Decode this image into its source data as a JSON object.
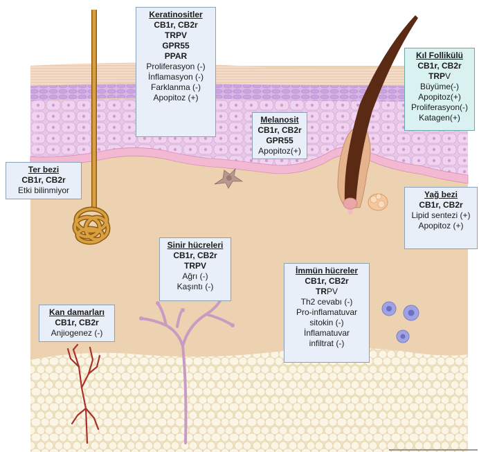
{
  "boxes": {
    "keratinocytes": {
      "title": "Keratinositler",
      "bold": [
        "CB1r, CB2r",
        "TRPV",
        "GPR55",
        "PPAR"
      ],
      "lines": [
        "Proliferasyon (-)",
        "İnflamasyon (-)",
        "Farklanma (-)",
        "Apopitoz (+)"
      ]
    },
    "hair_follicle": {
      "title": "Kıl Follikülü",
      "bold": [
        "CB1r, CB2r"
      ],
      "mixed_bold": "TRP",
      "mixed_normal": "V",
      "lines": [
        "Büyüme(-)",
        "Apopitoz(+)",
        "Proliferasyon(-)",
        "Katagen(+)"
      ]
    },
    "melanocyte": {
      "title": "Melanosit",
      "bold": [
        "CB1r, CB2r",
        "GPR55"
      ],
      "lines": [
        "Apopitoz(+)"
      ]
    },
    "sweat_gland": {
      "title": "Ter bezi",
      "bold": [
        "CB1r, CB2r"
      ],
      "lines": [
        "Etki bilinmiyor"
      ]
    },
    "sebaceous_gland": {
      "title": "Yağ bezi",
      "bold": [
        "CB1r, CB2r"
      ],
      "lines": [
        "Lipid sentezi (+)",
        "Apopitoz (+)"
      ]
    },
    "nerve_cells": {
      "title": "Sinir hücreleri",
      "bold": [
        "CB1r, CB2r",
        "TRPV"
      ],
      "lines": [
        "Ağrı (-)",
        "Kaşıntı (-)"
      ]
    },
    "immune_cells": {
      "title": "İmmün hücreler",
      "bold": [
        "CB1r, CB2r"
      ],
      "mixed_bold": "TR",
      "mixed_normal": "PV",
      "lines": [
        "Th2 cevabı (-)",
        "Pro-inflamatuvar",
        "sitokin (-)",
        "İnflamatuvar",
        "infiltrat (-)"
      ]
    },
    "blood_vessels": {
      "title": "Kan damarları",
      "bold": [
        "CB1r, CB2r"
      ],
      "lines": [
        "Anjiogenez (-)"
      ]
    }
  },
  "colors": {
    "dermis": "#ecd2b1",
    "epidermis": "#e6c4e6",
    "stratum_corneum": "#f4dcc8",
    "basal_layer": "#f3b8d2",
    "fat": "#f6eed8",
    "hair": "#5a2a14",
    "sweat_duct": "#c98a2a",
    "nerve": "#c99bc2",
    "vessel": "#a8322a",
    "immune_cell": "#8b8fd8",
    "box_fill": "#e9eff8",
    "hair_box_fill": "#d9f1f1"
  }
}
